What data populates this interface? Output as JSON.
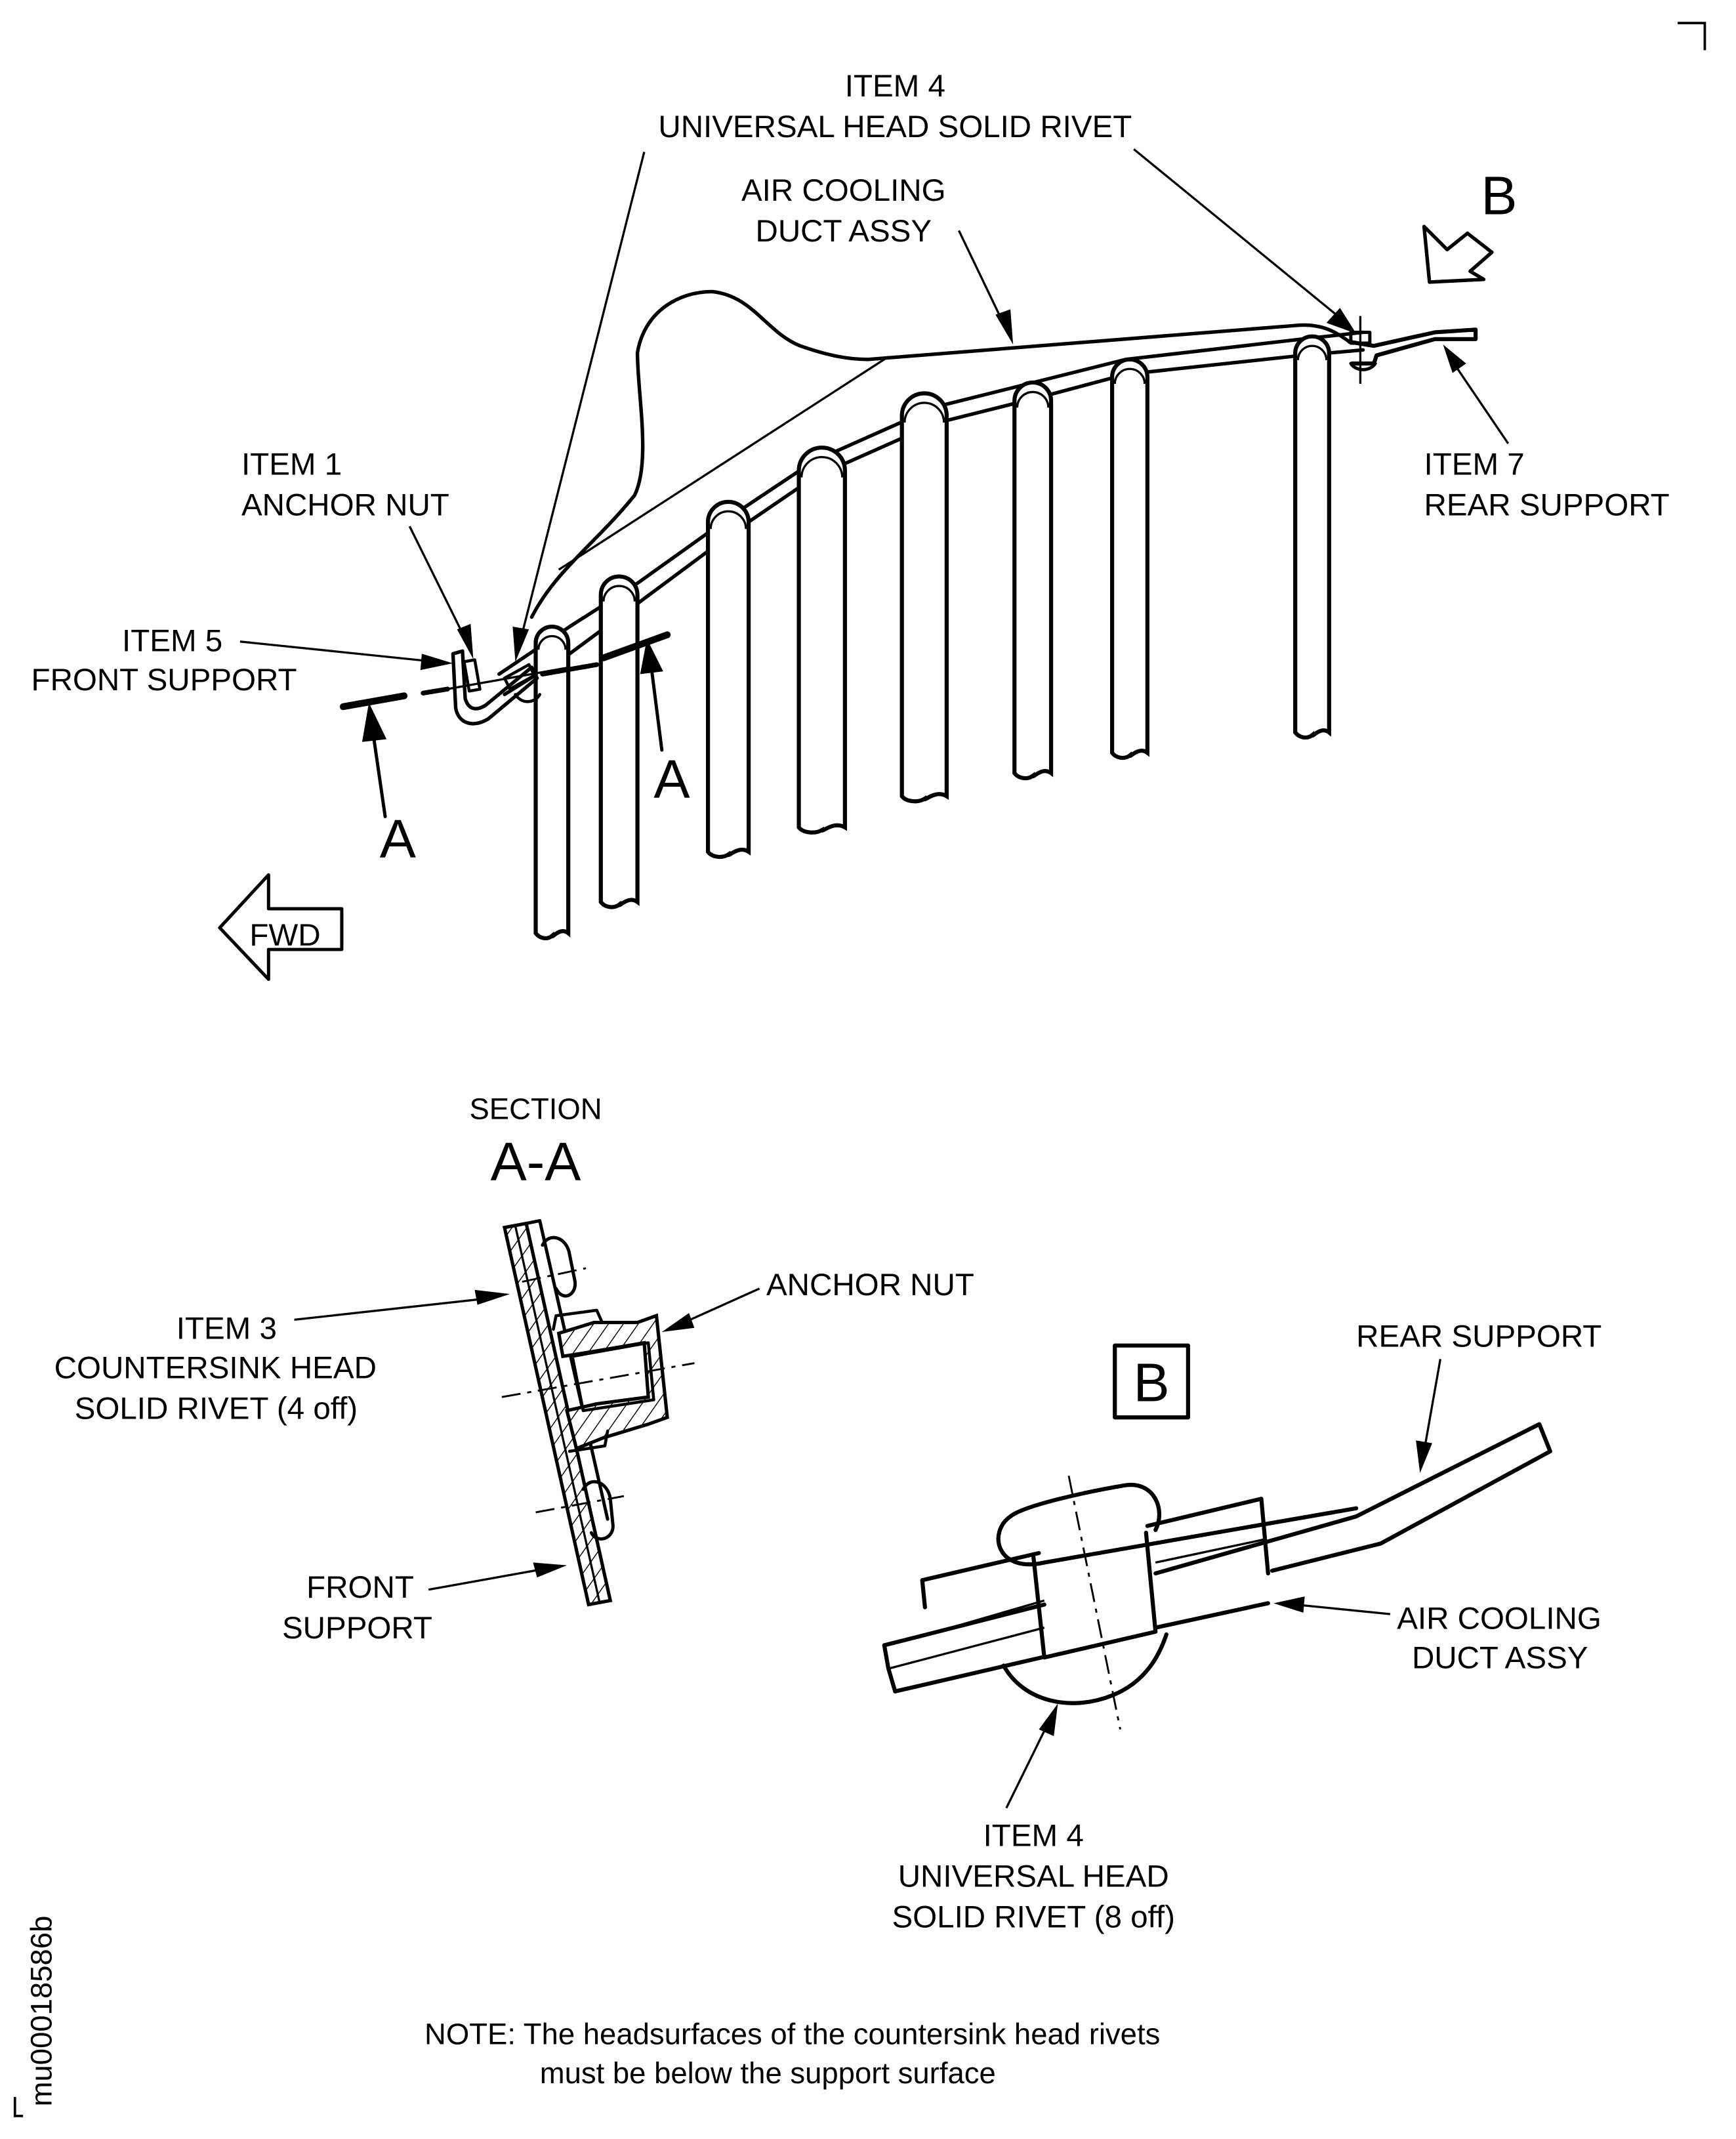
{
  "drawing_id": "mu00018586b",
  "main_view": {
    "labels": {
      "item4_line1": "ITEM 4",
      "item4_line2": "UNIVERSAL HEAD SOLID RIVET",
      "duct_line1": "AIR COOLING",
      "duct_line2": "DUCT ASSY",
      "view_b_marker": "B",
      "item1_line1": "ITEM 1",
      "item1_line2": "ANCHOR NUT",
      "item7_line1": "ITEM 7",
      "item7_line2": "REAR SUPPORT",
      "item5_line1": "ITEM 5",
      "item5_line2": "FRONT SUPPORT",
      "section_marker_left": "A",
      "section_marker_right": "A",
      "fwd_arrow": "FWD"
    }
  },
  "section_aa": {
    "title_line1": "SECTION",
    "title_line2": "A-A",
    "labels": {
      "anchor_nut": "ANCHOR NUT",
      "item3_line1": "ITEM 3",
      "item3_line2": "COUNTERSINK HEAD",
      "item3_line3": "SOLID RIVET (4 off)",
      "front_support_line1": "FRONT",
      "front_support_line2": "SUPPORT"
    }
  },
  "view_b": {
    "title": "B",
    "labels": {
      "rear_support": "REAR SUPPORT",
      "duct_line1": "AIR COOLING",
      "duct_line2": "DUCT ASSY",
      "item4_line1": "ITEM 4",
      "item4_line2": "UNIVERSAL HEAD",
      "item4_line3": "SOLID RIVET (8 off)"
    }
  },
  "note": {
    "line1": "NOTE: The headsurfaces of the countersink head rivets",
    "line2": "must be below the support surface"
  }
}
